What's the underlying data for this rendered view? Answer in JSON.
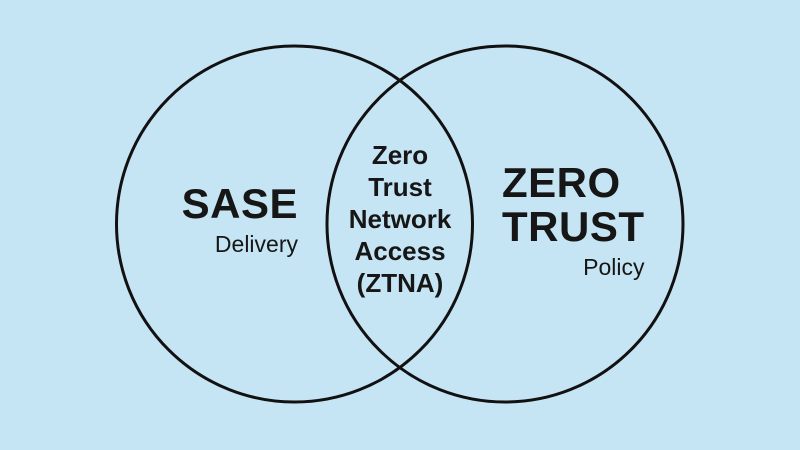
{
  "colors": {
    "background": "#c6e5f4",
    "circle_stroke": "#111111",
    "text": "#161616"
  },
  "venn": {
    "left": {
      "title": "SASE",
      "subtitle": "Delivery"
    },
    "intersection": {
      "lines": [
        "Zero",
        "Trust",
        "Network",
        "Access",
        "(ZTNA)"
      ]
    },
    "right": {
      "title_lines": [
        "ZERO",
        "TRUST"
      ],
      "subtitle": "Policy"
    }
  }
}
